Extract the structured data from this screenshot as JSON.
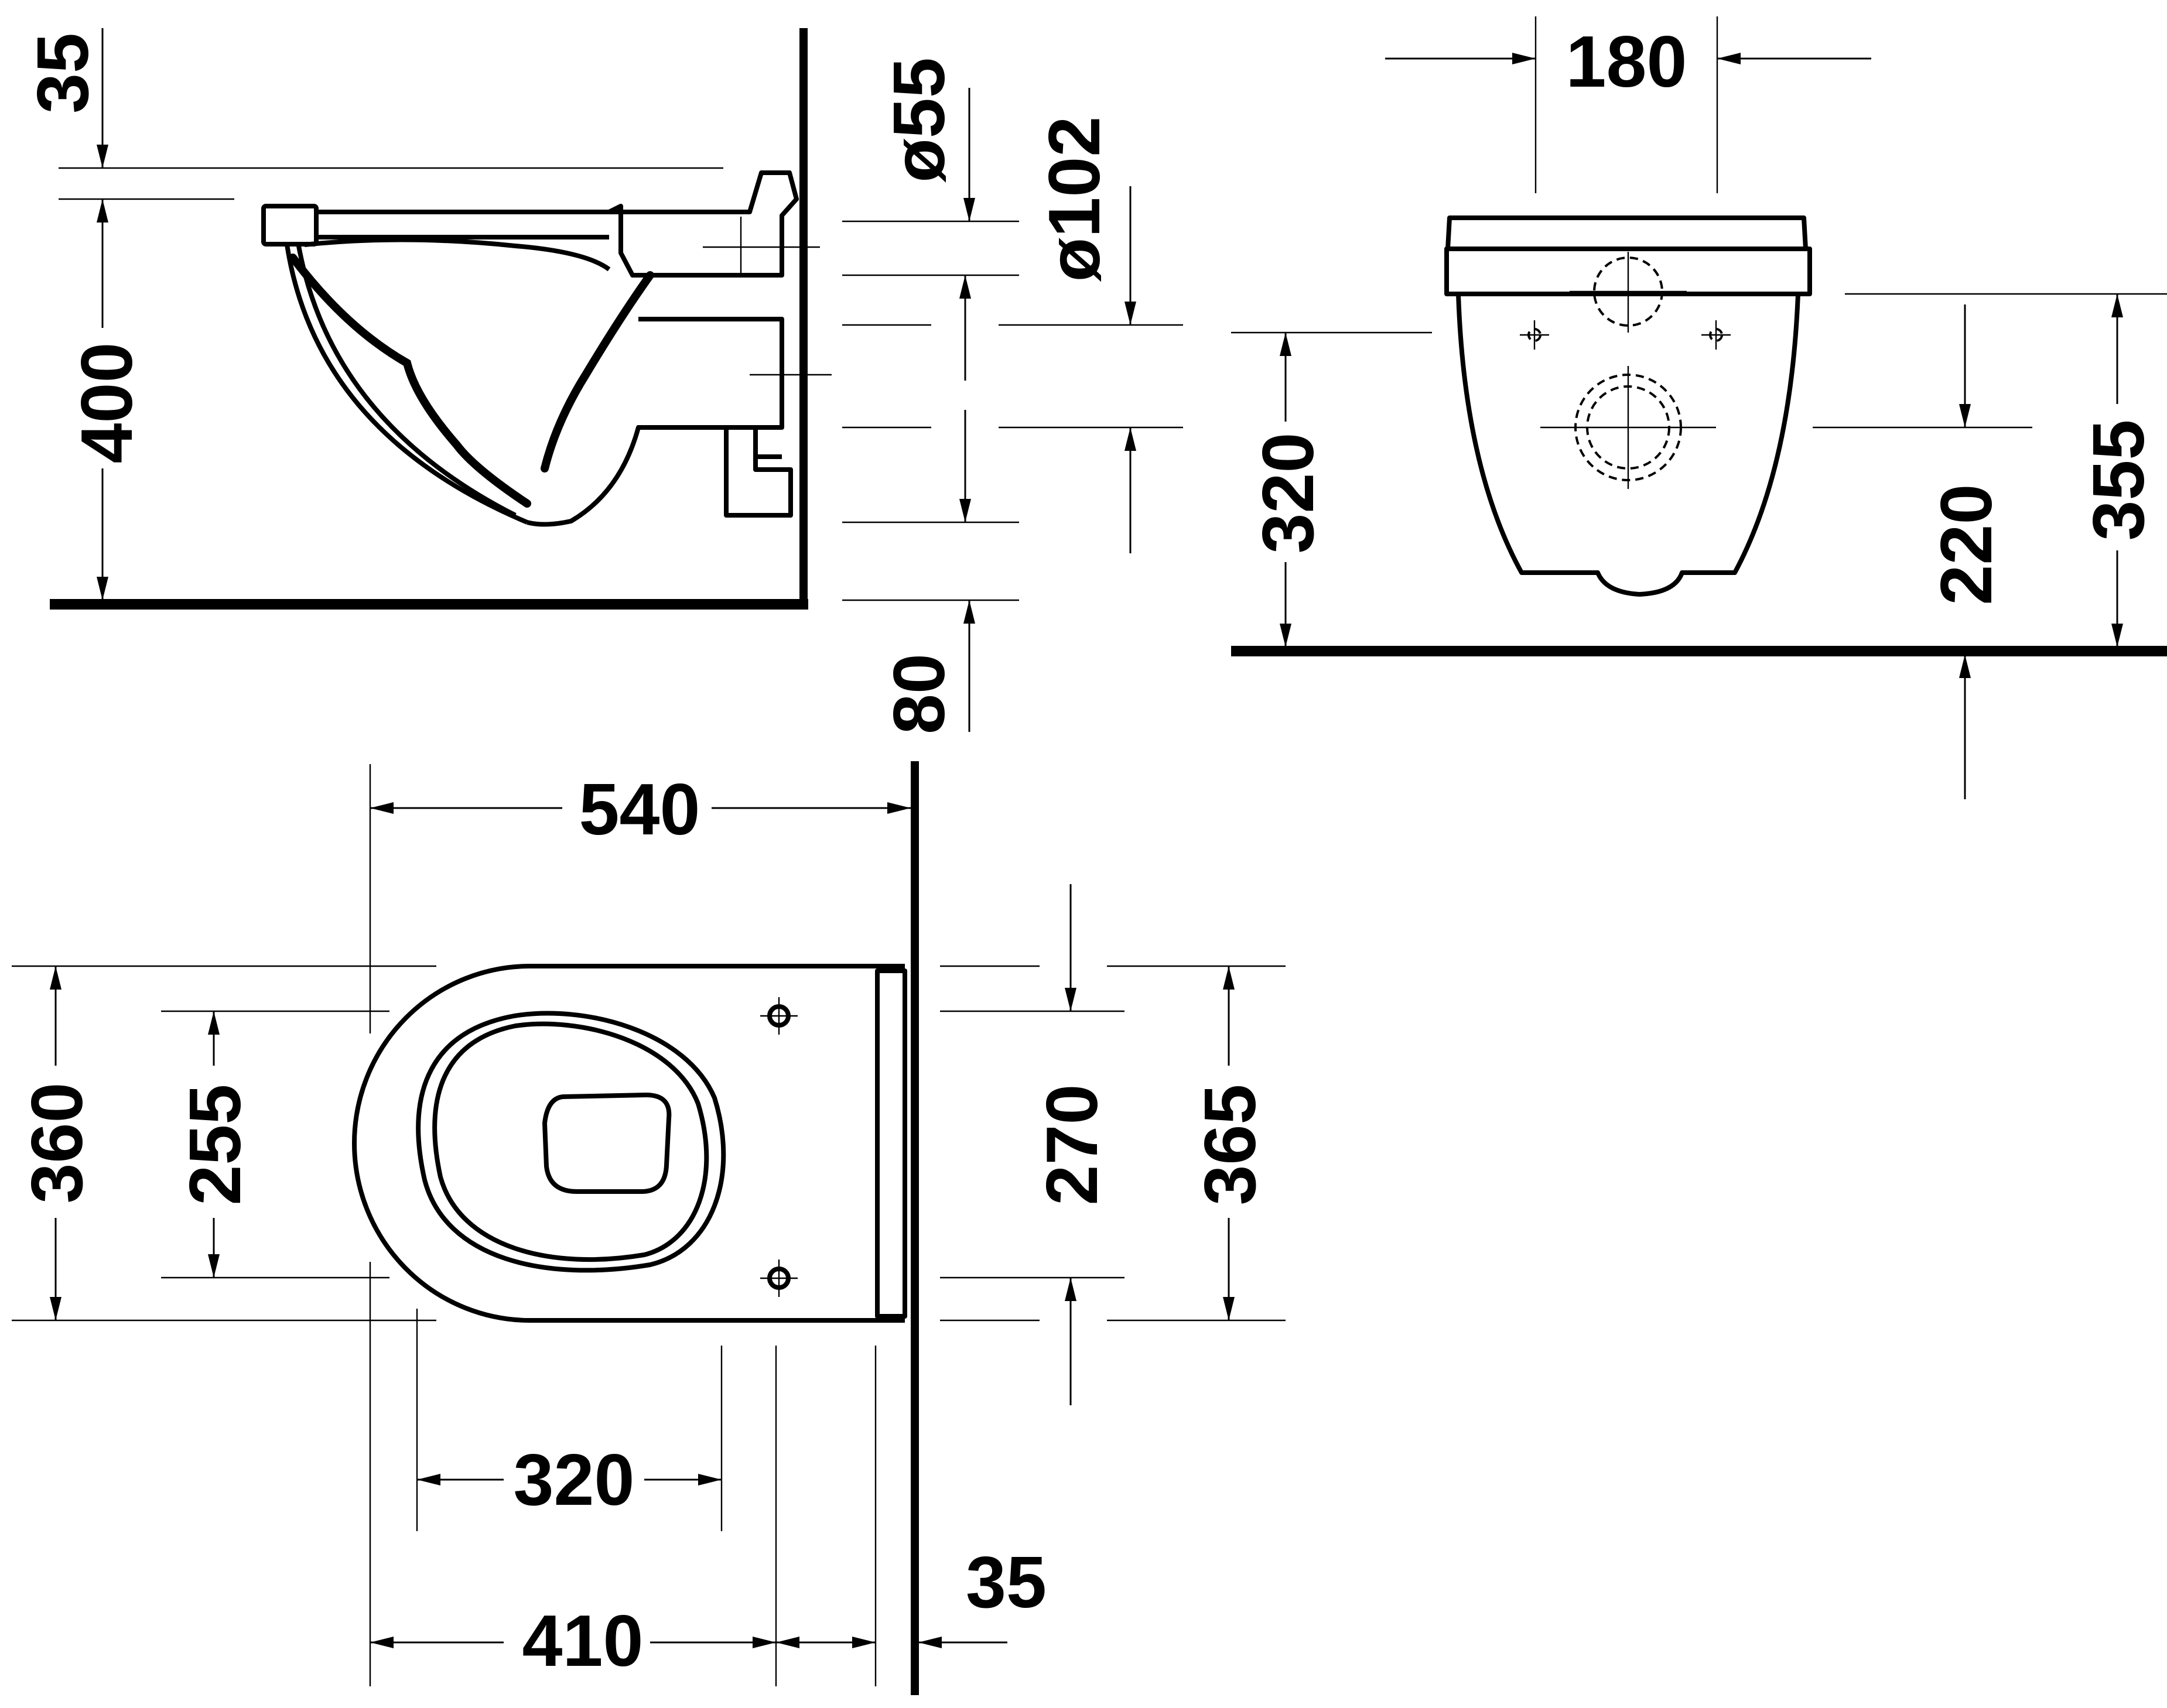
{
  "colors": {
    "line": "#000000",
    "background": "#ffffff"
  },
  "side_view": {
    "dimensions": {
      "d35": "35",
      "d400": "400",
      "d55": "ø55",
      "d102": "ø102",
      "d80": "80"
    }
  },
  "front_view": {
    "dimensions": {
      "d180": "180",
      "d320": "320",
      "d220": "220",
      "d355": "355"
    }
  },
  "top_view": {
    "dimensions": {
      "d540": "540",
      "d360": "360",
      "d255": "255",
      "d270": "270",
      "d365": "365",
      "d320": "320",
      "d410": "410",
      "d35": "35"
    }
  }
}
